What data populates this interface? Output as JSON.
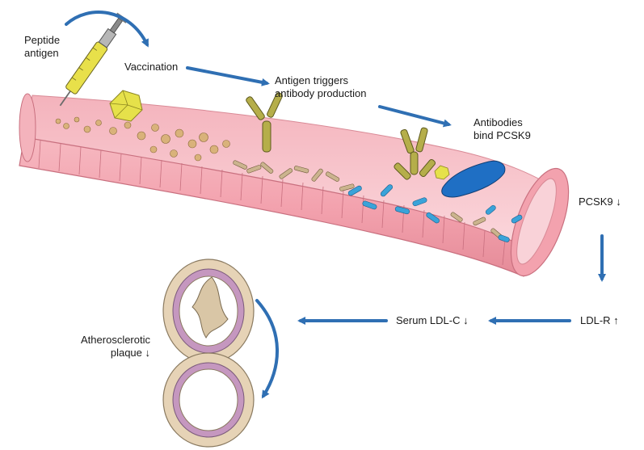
{
  "labels": {
    "peptide_antigen_line1": "Peptide",
    "peptide_antigen_line2": "antigen",
    "vaccination": "Vaccination",
    "antigen_triggers_line1": "Antigen triggers",
    "antigen_triggers_line2": "antibody production",
    "antibodies_bind_line1": "Antibodies",
    "antibodies_bind_line2": "bind PCSK9",
    "pcsk9_down": "PCSK9 ↓",
    "ldlr_up": "LDL-R ↑",
    "serum_ldlc_down": "Serum LDL-C ↓",
    "plaque_line1": "Atherosclerotic",
    "plaque_line2": "plaque ↓"
  },
  "colors": {
    "arrow_blue": "#2f6fb3",
    "vessel_pink": "#f2a3ae",
    "vessel_inner": "#f8c9cf",
    "antibody_olive": "#b5ae4a",
    "antigen_yellow": "#e6e14a",
    "pcsk9_blue": "#1f6fc4",
    "ldl_particle": "#d9b27a",
    "plaque_tan": "#d9c6a6",
    "lumen_purple": "#c99ac0"
  },
  "icons": [
    "syringe-icon",
    "antigen-icosahedron-icon",
    "antibody-y-icon",
    "pcsk9-protein-icon",
    "vessel-cross-section-icon"
  ]
}
